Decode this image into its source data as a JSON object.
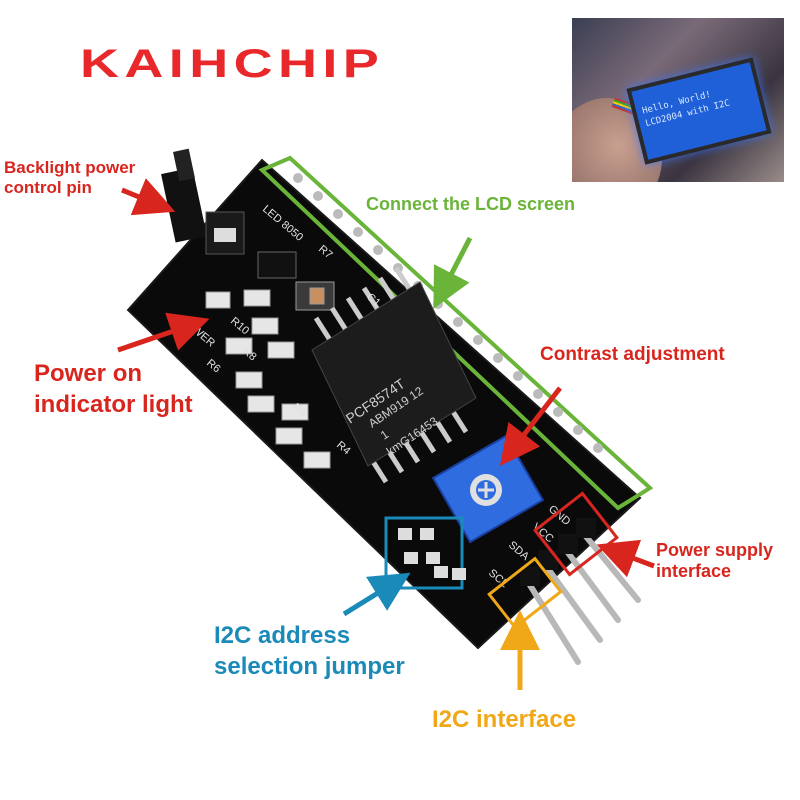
{
  "brand": "KAIHCHIP",
  "photo": {
    "lcd_line1": "Hello, World!",
    "lcd_line2": "LCD2004 with I2C"
  },
  "board": {
    "silk_led": "LED 8050",
    "silk_r7": "R7",
    "silk_c1": "C1",
    "silk_r10": "R10",
    "silk_r8": "R8",
    "silk_r6": "R6",
    "silk_r5": "R5",
    "silk_r4": "R4",
    "silk_pwr": "PWER",
    "chip_line1": "PCF8574T",
    "chip_line2": "ABM919  12",
    "chip_line3": "1",
    "chip_line4": "kmG16453",
    "pin_gnd": "GND",
    "pin_vcc": "VCC",
    "pin_sda": "SDA",
    "pin_scl": "SCL"
  },
  "labels": {
    "backlight": [
      "Backlight power",
      "control pin"
    ],
    "lcd_screen": "Connect the LCD screen",
    "power_on": [
      "Power on",
      "indicator light"
    ],
    "contrast": "Contrast adjustment",
    "power_supply": [
      "Power supply",
      "interface"
    ],
    "i2c_address": [
      "I2C address",
      "selection jumper"
    ],
    "i2c_interface": "I2C interface"
  },
  "colors": {
    "red": "#d8261f",
    "green": "#6ab43a",
    "blue": "#1a8ab8",
    "yellow": "#f0a818",
    "board": "#0a0a0a"
  }
}
